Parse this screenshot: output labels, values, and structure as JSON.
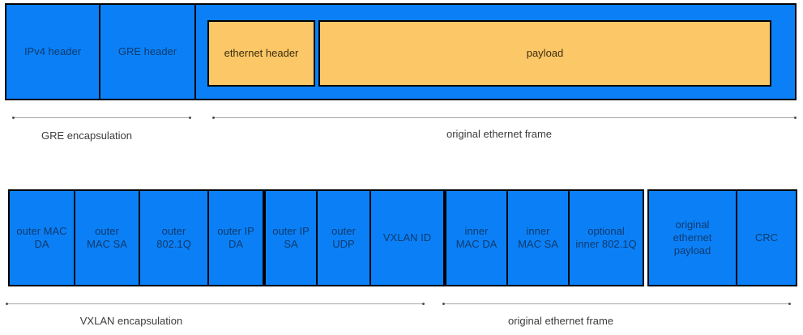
{
  "colors": {
    "box_blue": "#0b80f6",
    "box_yellow": "#fbc767",
    "box_border": "#000000",
    "blue_box_text": "#0e3a6e",
    "yellow_box_text": "#3c2d0d",
    "brace_line": "#a6a6a6",
    "caption_text": "#3c3c3c",
    "background": "#ffffff"
  },
  "gre_row": {
    "boxes": [
      {
        "label": "IPv4 header"
      },
      {
        "label": "GRE header"
      }
    ],
    "frame_container": {
      "boxes": [
        {
          "label": "ethernet header"
        },
        {
          "label": "payload"
        }
      ]
    },
    "captions": [
      {
        "label": "GRE encapsulation"
      },
      {
        "label": "original ethernet frame"
      }
    ]
  },
  "vxlan_row": {
    "boxes": [
      {
        "label": "outer MAC\nDA"
      },
      {
        "label": "outer\nMAC SA"
      },
      {
        "label": "outer\n802.1Q"
      },
      {
        "label": "outer IP\nDA"
      },
      {
        "label": "outer IP\nSA"
      },
      {
        "label": "outer\nUDP"
      },
      {
        "label": "VXLAN ID"
      },
      {
        "label": "inner\nMAC DA"
      },
      {
        "label": "inner\nMAC SA"
      },
      {
        "label": "optional\ninner 802.1Q"
      },
      {
        "label": "original\nethernet\npayload"
      },
      {
        "label": "CRC"
      }
    ],
    "captions": [
      {
        "label": "VXLAN encapsulation"
      },
      {
        "label": "original ethernet frame"
      }
    ]
  }
}
